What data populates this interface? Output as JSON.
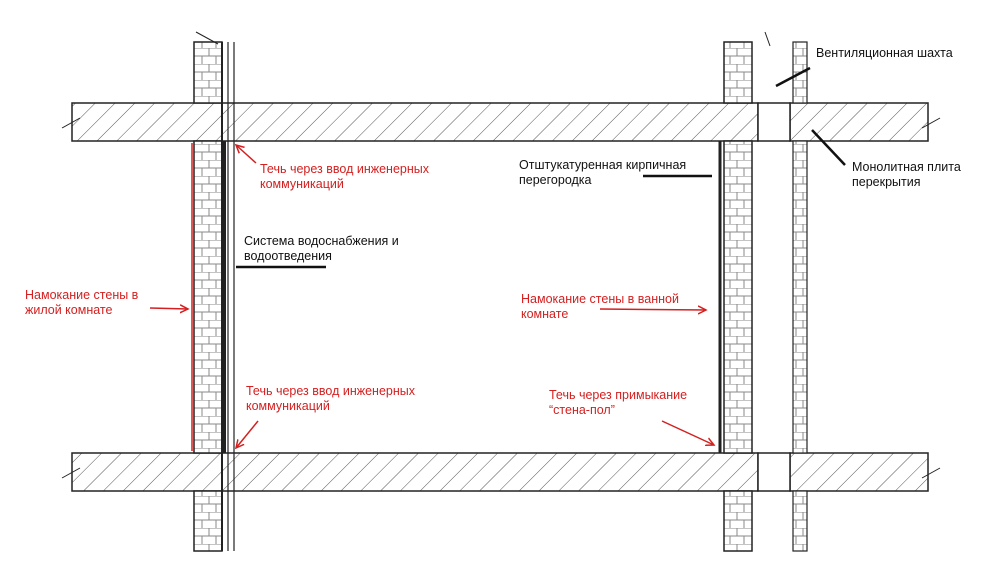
{
  "colors": {
    "line": "#222222",
    "hatch": "#555555",
    "brick": "#8a8a8a",
    "leak": "#d42020",
    "annotation": "#111111"
  },
  "labels": {
    "vent_shaft": "Вентиляционная шахта",
    "slab": "Монолитная плита\nперекрытия",
    "plaster_partition": "Отштукатуренная кирпичная\nперегородка",
    "water_system": "Система водоснабжения и\nводоотведения",
    "leak_utility_top": "Течь через ввод инженерных\nкоммуникаций",
    "leak_utility_bottom": "Течь через ввод инженерных\nкоммуникаций",
    "wet_living_room": "Намокание стены в\nжилой комнате",
    "wet_bathroom": "Намокание стены в ванной\nкомнате",
    "leak_wall_floor": "Течь через примыкание\n“стена-пол”"
  }
}
